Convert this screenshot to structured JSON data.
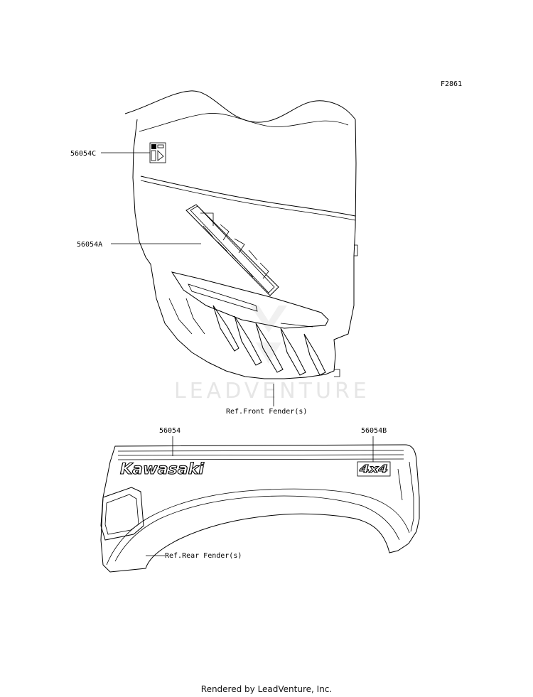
{
  "figure_code": "F2861",
  "callouts": {
    "part_56054C": "56054C",
    "part_56054A": "56054A",
    "part_56054": "56054",
    "part_56054B": "56054B",
    "ref_front": "Ref.Front Fender(s)",
    "ref_rear": "Ref.Rear Fender(s)"
  },
  "decals": {
    "brand_text": "Kawasaki",
    "four_by_four": "4x4"
  },
  "watermark": "LEADVENTURE",
  "footer": "Rendered by LeadVenture, Inc.",
  "colors": {
    "line": "#000000",
    "watermark": "#e6e6e6"
  }
}
